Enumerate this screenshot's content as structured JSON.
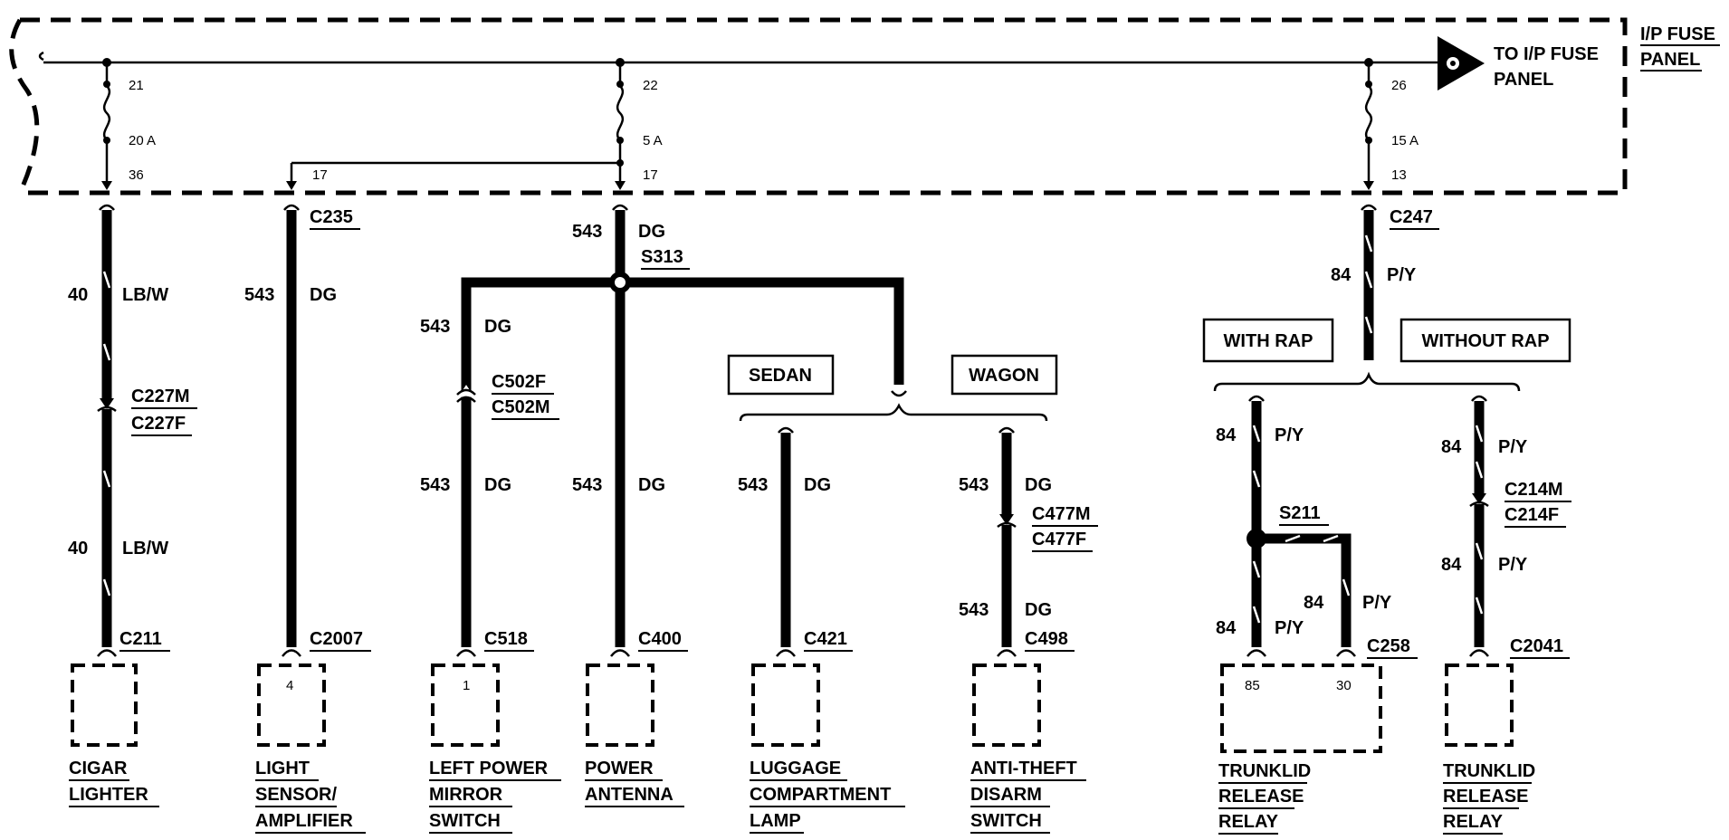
{
  "fuse_panel": {
    "title_line1": "I/P FUSE",
    "title_line2": "PANEL",
    "to_label_line1": "TO I/P FUSE",
    "to_label_line2": "PANEL"
  },
  "fuses": [
    {
      "in_pin": "21",
      "rating": "20 A",
      "out_pin": "36"
    },
    {
      "in_pin": "22",
      "rating": "5 A",
      "out_pin": "17",
      "branch_pin": "17"
    },
    {
      "in_pin": "26",
      "rating": "15 A",
      "out_pin": "13"
    }
  ],
  "circuits": {
    "cigar": {
      "top_wire": "40",
      "top_color": "LB/W",
      "conn_m": "C227M",
      "conn_f": "C227F",
      "bot_wire": "40",
      "bot_color": "LB/W",
      "end_conn": "C211",
      "name": [
        "CIGAR",
        "LIGHTER"
      ]
    },
    "light": {
      "top_conn": "C235",
      "wire": "543",
      "color": "DG",
      "end_conn": "C2007",
      "pin": "4",
      "name": [
        "LIGHT",
        "SENSOR/",
        "AMPLIFIER"
      ]
    },
    "mirror": {
      "wire1": "543",
      "color1": "DG",
      "conn_f": "C502F",
      "conn_m": "C502M",
      "wire2": "543",
      "color2": "DG",
      "end_conn": "C518",
      "pin": "1",
      "name": [
        "LEFT POWER",
        "MIRROR",
        "SWITCH"
      ]
    },
    "antenna": {
      "top_wire": "543",
      "top_color": "DG",
      "splice": "S313",
      "wire": "543",
      "color": "DG",
      "end_conn": "C400",
      "name": [
        "POWER",
        "ANTENNA"
      ]
    },
    "options_left": {
      "sedan": "SEDAN",
      "wagon": "WAGON"
    },
    "luggage": {
      "wire": "543",
      "color": "DG",
      "end_conn": "C421",
      "name": [
        "LUGGAGE",
        "COMPARTMENT",
        "LAMP"
      ]
    },
    "antitheft": {
      "wire1": "543",
      "color1": "DG",
      "conn_m": "C477M",
      "conn_f": "C477F",
      "wire2": "543",
      "color2": "DG",
      "end_conn": "C498",
      "name": [
        "ANTI-THEFT",
        "DISARM",
        "SWITCH"
      ]
    },
    "trunk_feed": {
      "top_conn": "C247",
      "wire": "84",
      "color": "P/Y"
    },
    "options_right": {
      "with": "WITH RAP",
      "without": "WITHOUT RAP"
    },
    "relay_rap": {
      "wire1": "84",
      "color1": "P/Y",
      "splice": "S211",
      "wire2": "84",
      "color2": "P/Y",
      "wire3": "84",
      "color3": "P/Y",
      "end_conn": "C258",
      "pin_a": "85",
      "pin_b": "30",
      "name": [
        "TRUNKLID",
        "RELEASE",
        "RELAY"
      ]
    },
    "relay_norap": {
      "wire1": "84",
      "color1": "P/Y",
      "conn_m": "C214M",
      "conn_f": "C214F",
      "wire2": "84",
      "color2": "P/Y",
      "end_conn": "C2041",
      "name": [
        "TRUNKLID",
        "RELEASE",
        "RELAY"
      ]
    }
  }
}
